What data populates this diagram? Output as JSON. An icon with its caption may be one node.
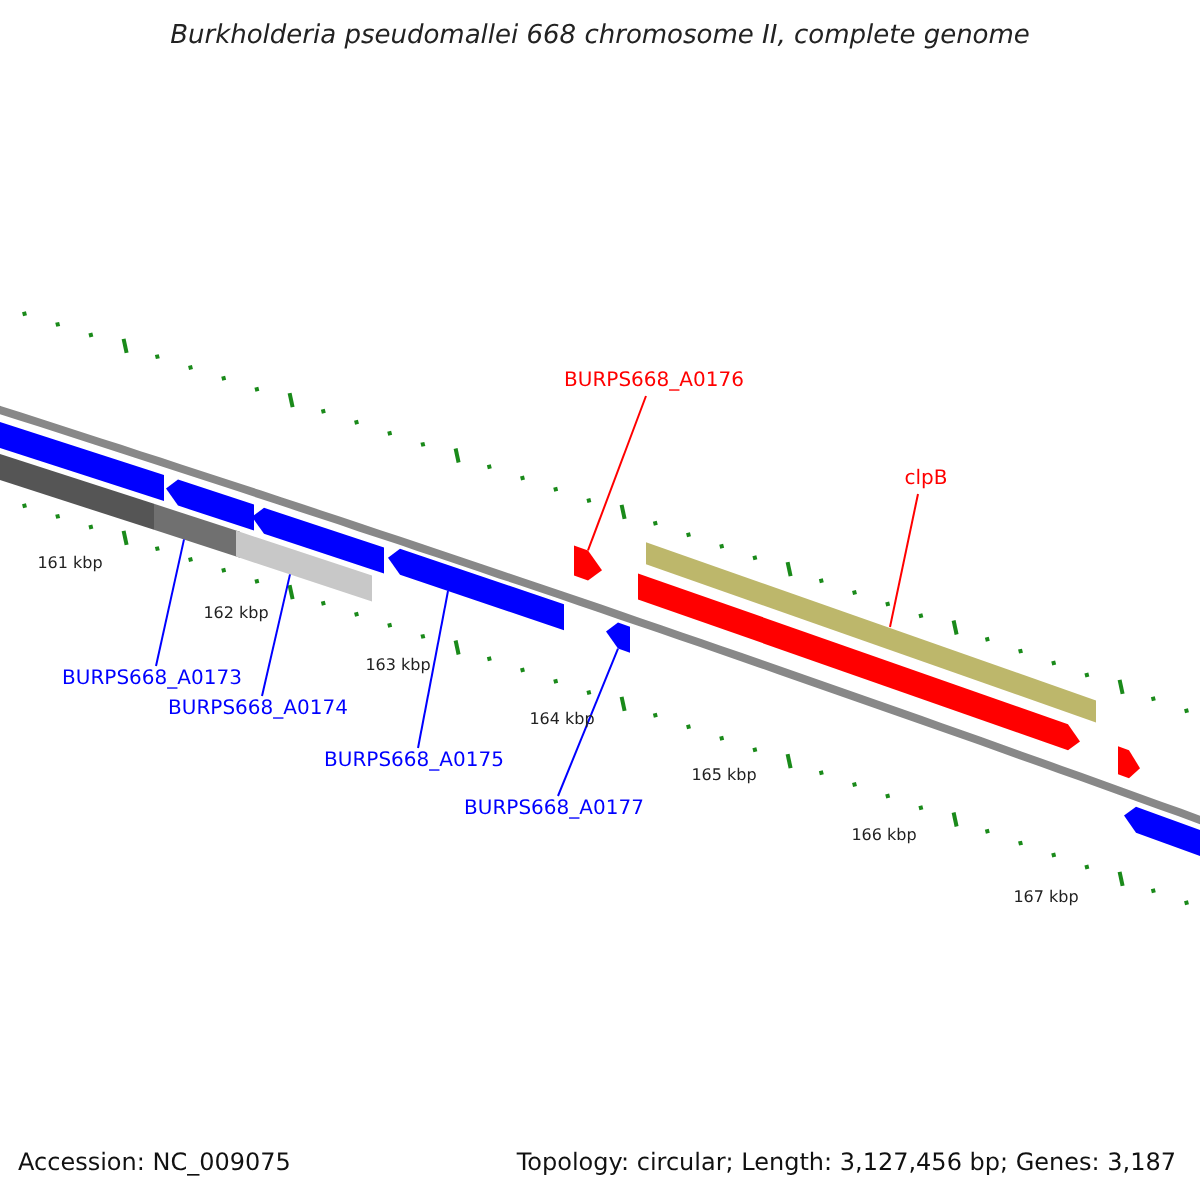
{
  "diagram": {
    "title": "Burkholderia pseudomallei 668 chromosome II, complete genome",
    "nodes": [
      {
        "text": [
          "BURPS668_A0176"
        ]
      },
      {
        "text": [
          "clpB"
        ]
      },
      {
        "text": [
          "BURPS668_A0173"
        ]
      },
      {
        "text": [
          "BURPS668_A0174"
        ]
      },
      {
        "text": [
          "BURPS668_A0175"
        ]
      },
      {
        "text": [
          "BURPS668_A0177"
        ]
      },
      {
        "text": [],
        "shape": "bar"
      },
      {
        "text": [],
        "shape": "bar"
      },
      {
        "text": [],
        "shape": "bar"
      },
      {
        "text": [],
        "shape": "bar"
      },
      {
        "text": [],
        "shape": "bar"
      },
      {
        "text": [],
        "shape": "bar"
      },
      {
        "text": [],
        "shape": "bar"
      },
      {
        "text": [],
        "shape": "pentagon"
      },
      {
        "text": [],
        "shape": "pentagon"
      },
      {
        "text": [],
        "shape": "bar"
      },
      {
        "text": [],
        "shape": "bar"
      },
      {
        "text": [],
        "shape": "pentagon"
      },
      {
        "text": [],
        "shape": "bar"
      }
    ],
    "edges": [
      {
        "from": 0,
        "to": 13,
        "arrow": "none",
        "color": "#ff0000"
      },
      {
        "from": 1,
        "to": 16,
        "arrow": "none",
        "color": "#ff0000"
      },
      {
        "from": 2,
        "to": 8,
        "arrow": "none"
      },
      {
        "from": 3,
        "to": 11,
        "arrow": "none"
      },
      {
        "from": 4,
        "to": 12,
        "arrow": "none"
      },
      {
        "from": 5,
        "to": 14,
        "arrow": "none"
      }
    ],
    "labels": [
      "161 kbp",
      "162 kbp",
      "163 kbp",
      "164 kbp",
      "165 kbp",
      "166 kbp",
      "167 kbp",
      "Accession: NC_009075",
      "Topology: circular; Length: 3,127,456 bp; Genes: 3,187"
    ]
  }
}
